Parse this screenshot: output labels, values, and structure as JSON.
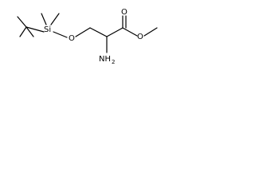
{
  "molecule": {
    "atoms": {
      "silicon": "Si",
      "ether_oxygen": "O",
      "carbonyl_oxygen": "O",
      "ester_oxygen": "O",
      "amine": "NH",
      "amine_subscript": "2"
    }
  }
}
